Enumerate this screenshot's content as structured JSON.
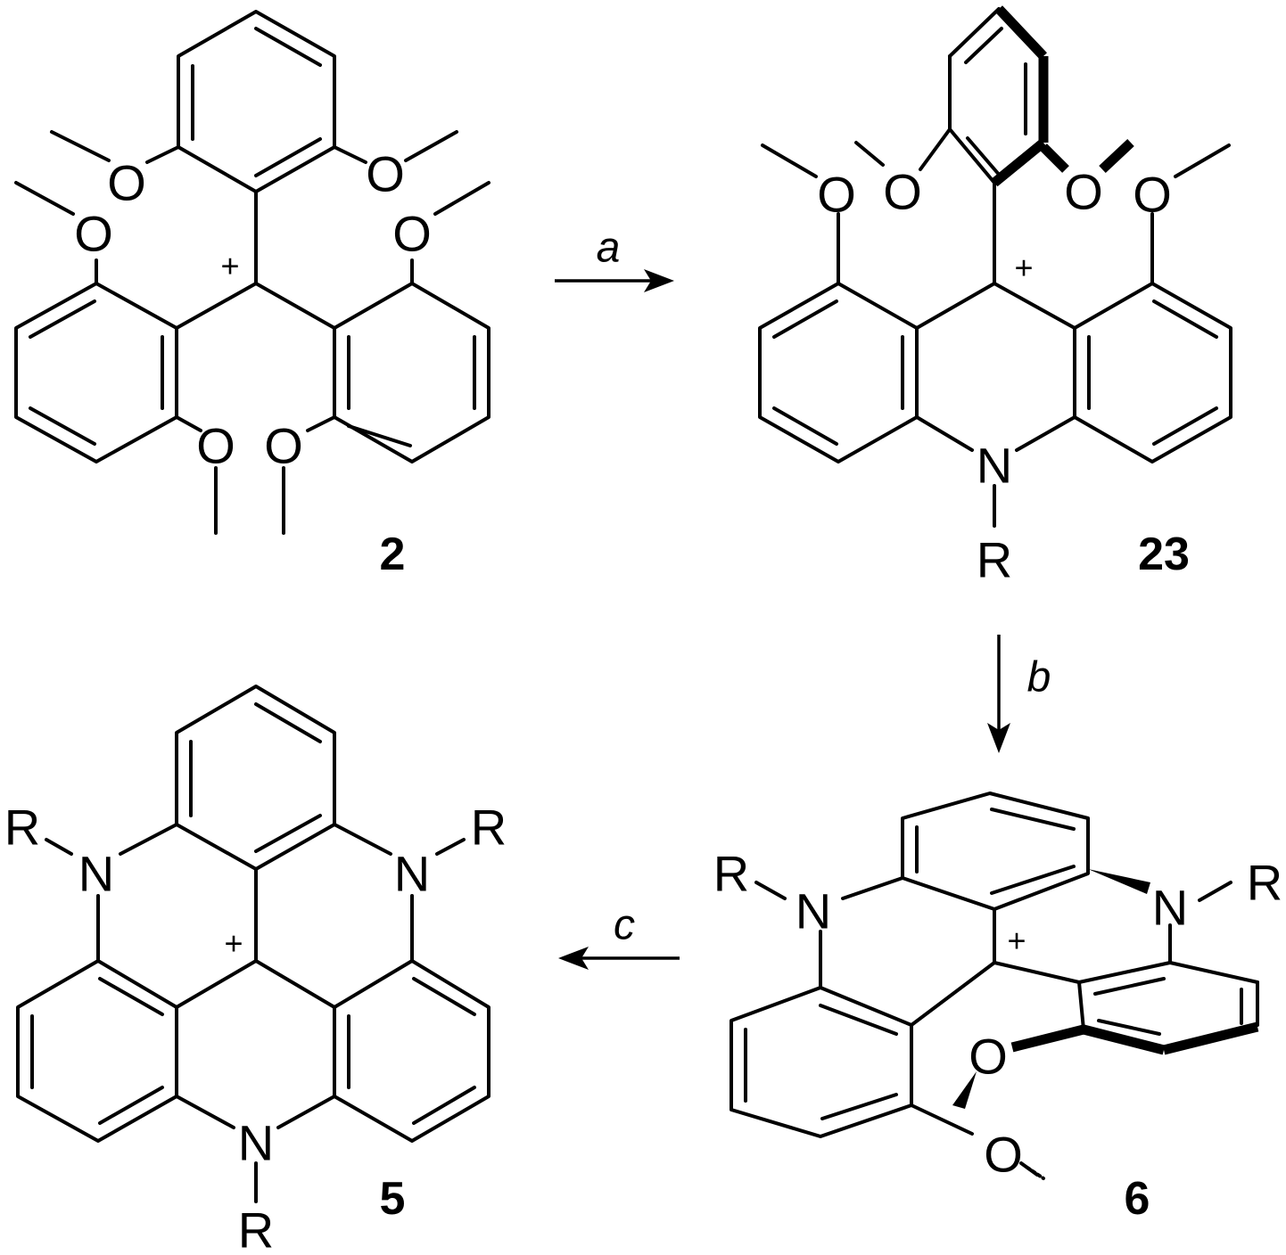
{
  "atoms": {
    "oxygen": "O",
    "nitrogen": "N",
    "substituent": "R",
    "charge": "+"
  },
  "compounds": [
    {
      "id": "c2",
      "label": "2"
    },
    {
      "id": "c23",
      "label": "23"
    },
    {
      "id": "c5",
      "label": "5"
    },
    {
      "id": "c6",
      "label": "6"
    }
  ],
  "reagents": {
    "a": "a",
    "b": "b",
    "c": "c"
  }
}
